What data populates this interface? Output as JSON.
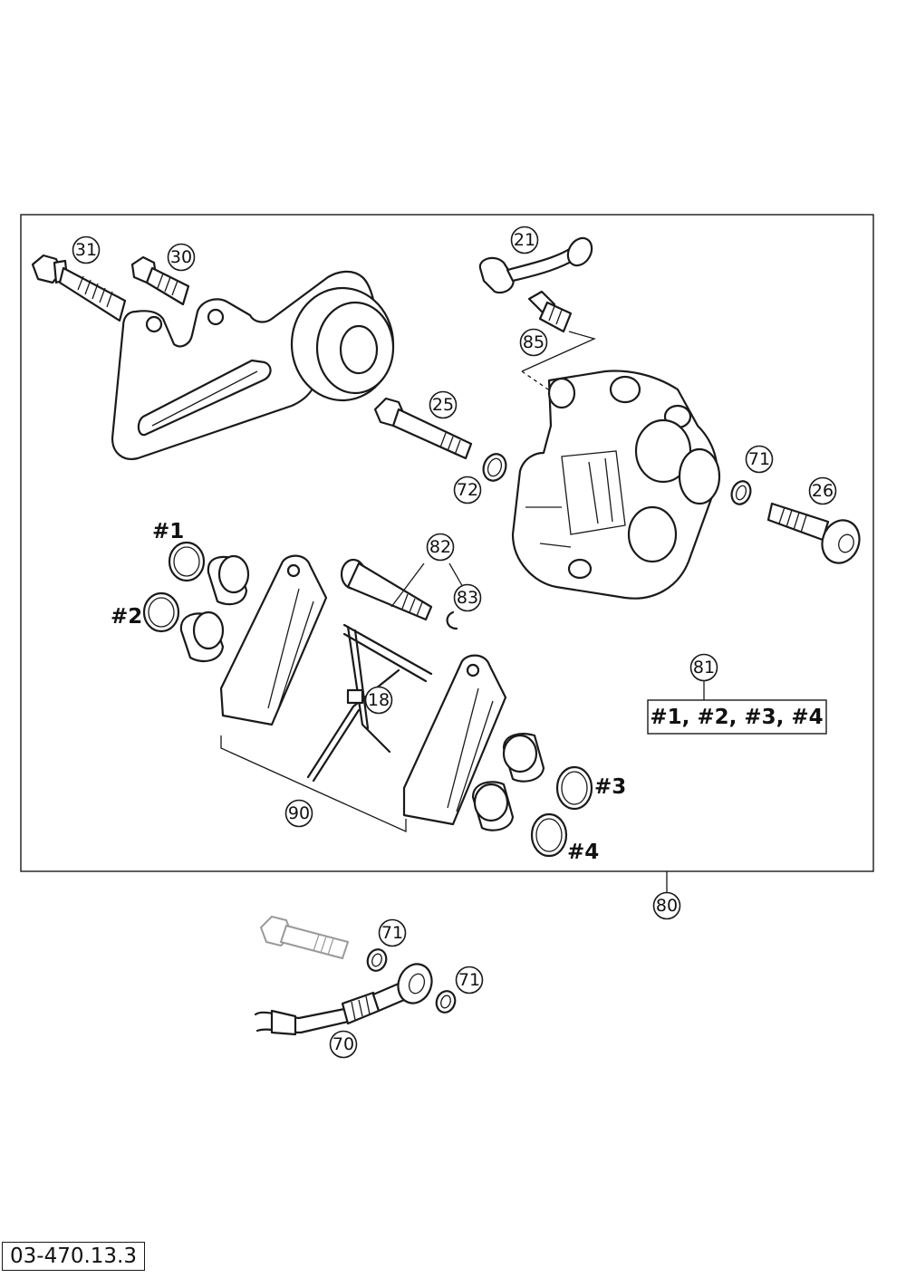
{
  "diagram": {
    "drawing_number": "03-470.13.3",
    "callouts": {
      "c31": "31",
      "c30": "30",
      "c21": "21",
      "c85": "85",
      "c25": "25",
      "c72": "72",
      "c71_top": "71",
      "c26": "26",
      "c82": "82",
      "c83": "83",
      "c18": "18",
      "c81": "81",
      "c90": "90",
      "c80": "80",
      "c71_mid": "71",
      "c71_low": "71",
      "c70": "70"
    },
    "group_labels": {
      "g1": "#1",
      "g2": "#2",
      "g3": "#3",
      "g4": "#4"
    },
    "kit_label": "#1, #2, #3, #4"
  }
}
